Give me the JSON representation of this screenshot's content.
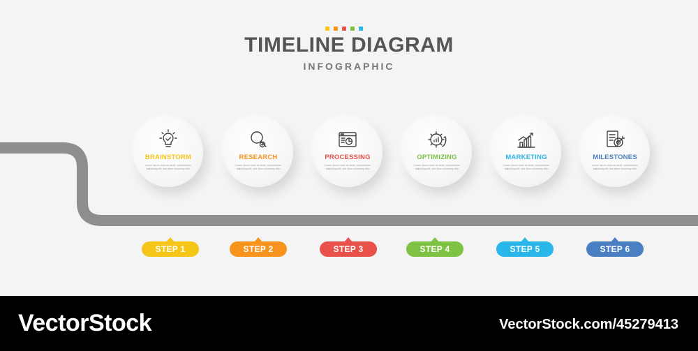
{
  "header": {
    "title": "TIMELINE DIAGRAM",
    "subtitle": "INFOGRAPHIC",
    "dot_colors": [
      "#f5c518",
      "#f7941d",
      "#e8524a",
      "#7dc242",
      "#29b6e8",
      "#4a7fc1"
    ]
  },
  "steps": [
    {
      "name": "BRAINSTORM",
      "step": "STEP 1",
      "color": "#f5c518",
      "icon": "lightbulb-check-icon",
      "desc": "Lorem ipsum dolor sit amet, consectetuer adipiscing elit, sed diam nonummy nibh"
    },
    {
      "name": "RESEARCH",
      "step": "STEP 2",
      "color": "#f7941d",
      "icon": "magnifier-check-icon",
      "desc": "Lorem ipsum dolor sit amet, consectetuer adipiscing elit, sed diam nonummy nibh"
    },
    {
      "name": "PROCESSING",
      "step": "STEP 3",
      "color": "#e8524a",
      "icon": "browser-chart-icon",
      "desc": "Lorem ipsum dolor sit amet, consectetuer adipiscing elit, sed diam nonummy nibh"
    },
    {
      "name": "OPTIMIZING",
      "step": "STEP 4",
      "color": "#7dc242",
      "icon": "gear-chart-icon",
      "desc": "Lorem ipsum dolor sit amet, consectetuer adipiscing elit, sed diam nonummy nibh"
    },
    {
      "name": "MARKETING",
      "step": "STEP 5",
      "color": "#29b6e8",
      "icon": "growth-chart-icon",
      "desc": "Lorem ipsum dolor sit amet, consectetuer adipiscing elit, sed diam nonummy nibh"
    },
    {
      "name": "MILESTONES",
      "step": "STEP 6",
      "color": "#4a7fc1",
      "icon": "checklist-target-icon",
      "desc": "Lorem ipsum dolor sit amet, consectetuer adipiscing elit, sed diam nonummy nibh"
    }
  ],
  "footer": {
    "brand": "VectorStock",
    "credit": "VectorStock.com/45279413"
  }
}
